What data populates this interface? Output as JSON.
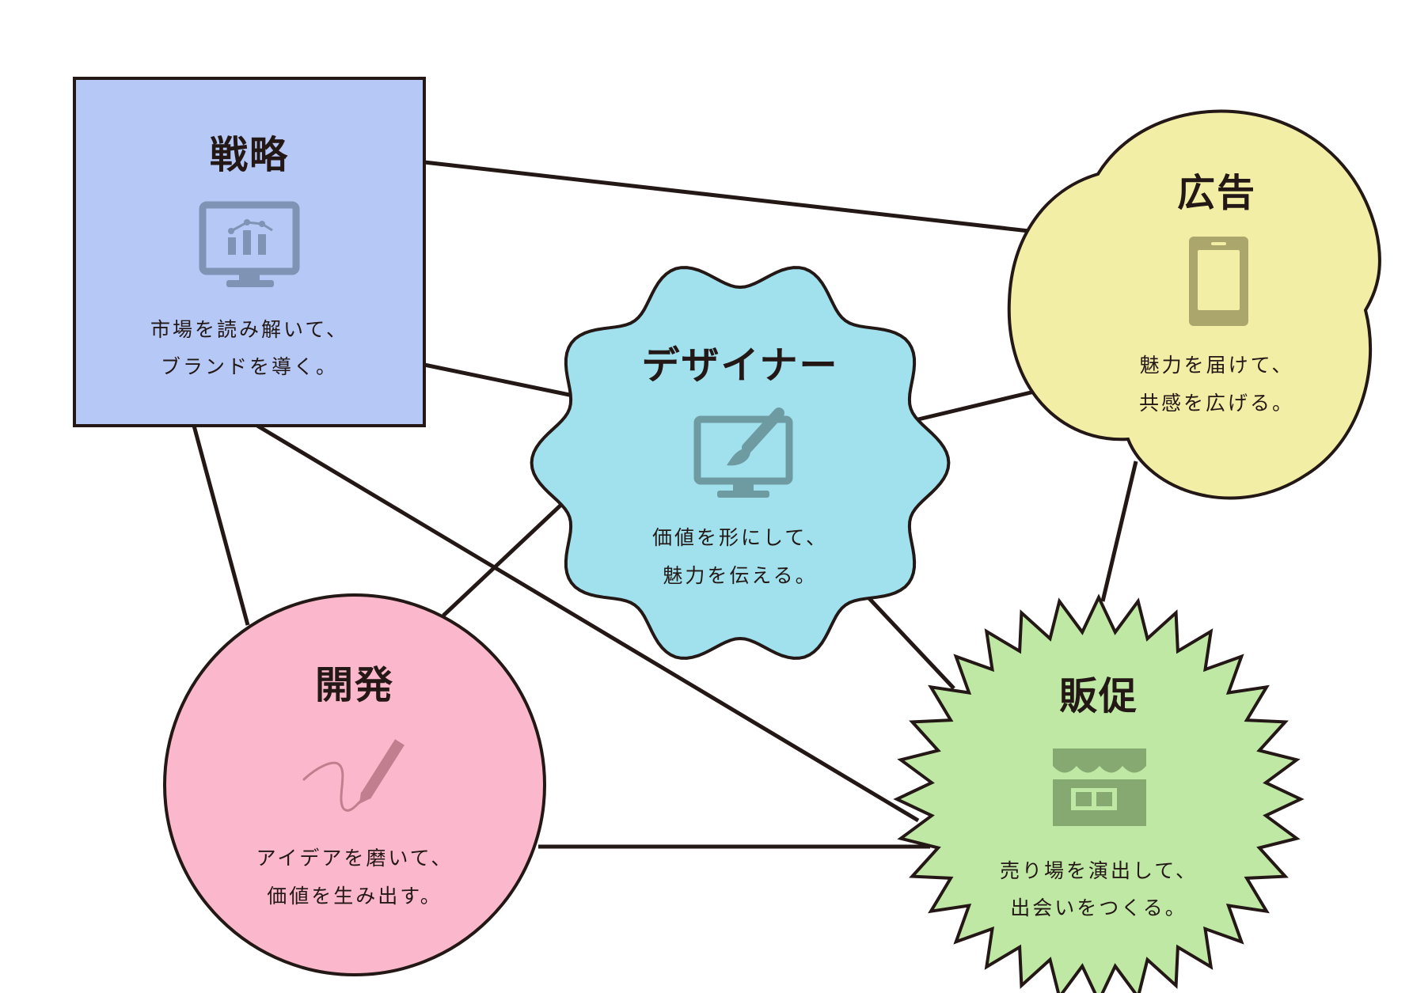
{
  "colors": {
    "line": "#231815",
    "strategy_fill": "#b6c8f5",
    "advertising_fill": "#f3eea5",
    "designer_fill": "#a0e1ed",
    "development_fill": "#fbb8cc",
    "sales_fill": "#bfe8a5",
    "strategy_icon": "#7f93b5",
    "advertising_icon": "#aba66c",
    "designer_icon": "#6e9aa2",
    "development_icon": "#c07e8e",
    "sales_icon": "#86a972"
  },
  "nodes": {
    "strategy": {
      "title": "戦略",
      "icon": "monitor-chart-icon",
      "line1": "市場を読み解いて、",
      "line2": "ブランドを導く。"
    },
    "advertising": {
      "title": "広告",
      "icon": "smartphone-icon",
      "line1": "魅力を届けて、",
      "line2": "共感を広げる。"
    },
    "designer": {
      "title": "デザイナー",
      "icon": "monitor-brush-icon",
      "line1": "価値を形にして、",
      "line2": "魅力を伝える。"
    },
    "development": {
      "title": "開発",
      "icon": "pen-scribble-icon",
      "line1": "アイデアを磨いて、",
      "line2": "価値を生み出す。"
    },
    "sales": {
      "title": "販促",
      "icon": "storefront-icon",
      "line1": "売り場を演出して、",
      "line2": "出会いをつくる。"
    }
  }
}
